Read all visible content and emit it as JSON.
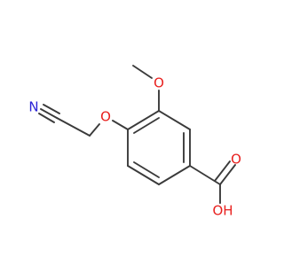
{
  "molecule": {
    "atoms": {
      "nitrile_n": "N",
      "ether_o": "O",
      "methoxy_o": "O",
      "carbonyl_o": "O",
      "hydroxyl": "OH"
    },
    "colors": {
      "bond": "#3a3a3a",
      "nitrogen": "#2b22d6",
      "oxygen": "#e8201e"
    }
  }
}
